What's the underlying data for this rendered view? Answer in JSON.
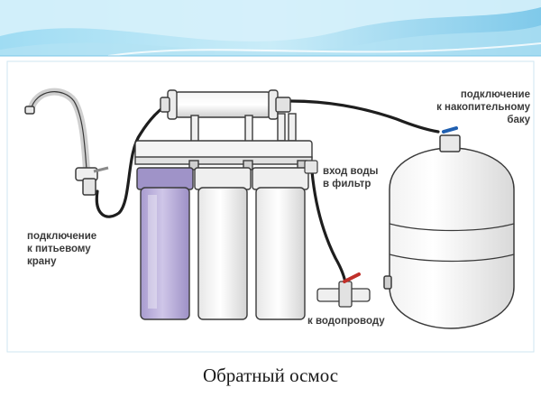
{
  "labels": {
    "tank": "подключение\nк накопительному\nбаку",
    "water_input": "вход воды\nв фильтр",
    "faucet": "подключение\nк питьевому\nкрану",
    "supply": "к водопроводу"
  },
  "caption": "Обратный осмос",
  "colors": {
    "header_blue": "#8fd3ee",
    "filter_purple": "#b8acd8",
    "outline": "#3a3a3a",
    "tube": "#1e1e1e",
    "valve_red": "#c0302a"
  }
}
